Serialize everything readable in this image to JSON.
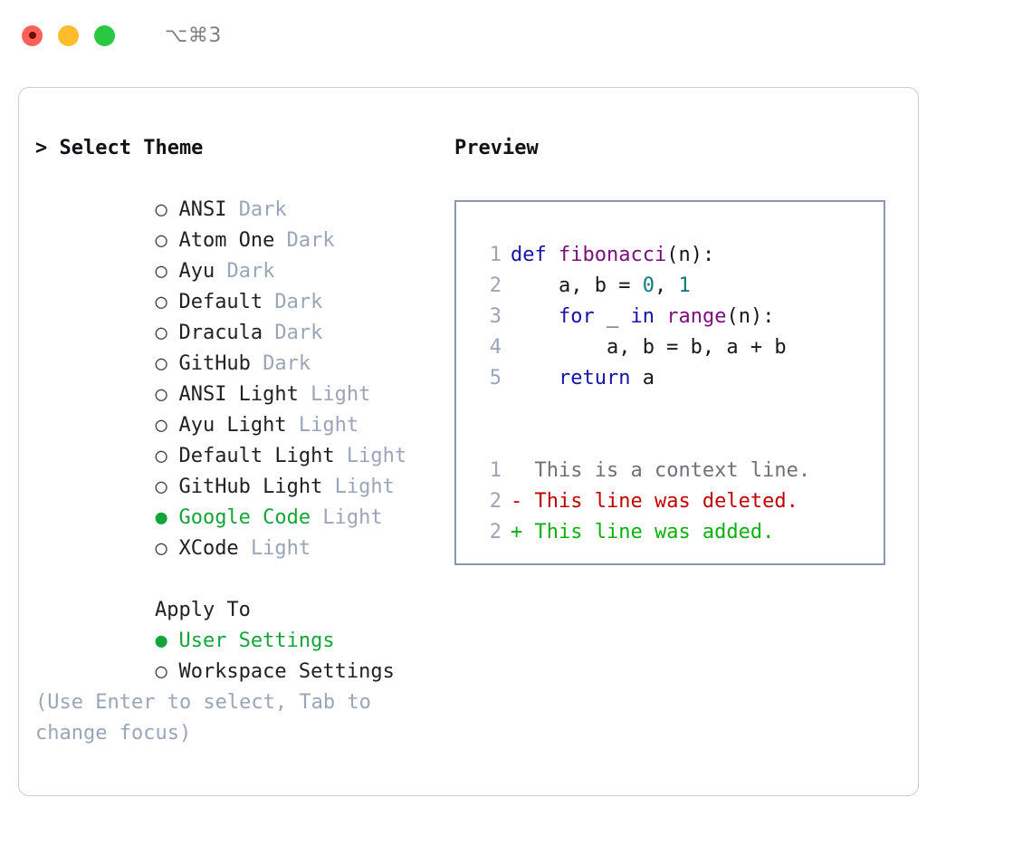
{
  "titlebar": {
    "shortcut": "⌥⌘3",
    "lights": [
      {
        "name": "close",
        "color": "#ff6058"
      },
      {
        "name": "minimize",
        "color": "#ffbd2e"
      },
      {
        "name": "zoom",
        "color": "#28c840"
      }
    ]
  },
  "colors": {
    "accent_green": "#13a538",
    "muted": "#9aa5b8",
    "border": "#c6cddb",
    "preview_border": "#8b97ad",
    "keyword": "#1414a8",
    "function": "#7d0d7d",
    "number": "#107a77",
    "diff_added": "#0bb10b",
    "diff_deleted": "#c00000",
    "diff_context": "#6e7177"
  },
  "theme_list": {
    "heading": "> Select Theme",
    "items": [
      {
        "bullet": "○",
        "label": "ANSI",
        "tag": "Dark",
        "selected": false
      },
      {
        "bullet": "○",
        "label": "Atom One",
        "tag": "Dark",
        "selected": false
      },
      {
        "bullet": "○",
        "label": "Ayu",
        "tag": "Dark",
        "selected": false
      },
      {
        "bullet": "○",
        "label": "Default",
        "tag": "Dark",
        "selected": false
      },
      {
        "bullet": "○",
        "label": "Dracula",
        "tag": "Dark",
        "selected": false
      },
      {
        "bullet": "○",
        "label": "GitHub",
        "tag": "Dark",
        "selected": false
      },
      {
        "bullet": "○",
        "label": "ANSI Light",
        "tag": "Light",
        "selected": false
      },
      {
        "bullet": "○",
        "label": "Ayu Light",
        "tag": "Light",
        "selected": false
      },
      {
        "bullet": "○",
        "label": "Default Light",
        "tag": "Light",
        "selected": false
      },
      {
        "bullet": "○",
        "label": "GitHub Light",
        "tag": "Light",
        "selected": false
      },
      {
        "bullet": "●",
        "label": "Google Code",
        "tag": "Light",
        "selected": true
      },
      {
        "bullet": "○",
        "label": "XCode",
        "tag": "Light",
        "selected": false
      }
    ]
  },
  "apply_to": {
    "heading": "Apply To",
    "items": [
      {
        "bullet": "●",
        "label": "User Settings",
        "selected": true
      },
      {
        "bullet": "○",
        "label": "Workspace Settings",
        "selected": false
      }
    ]
  },
  "hint": "(Use Enter to select, Tab to change focus)",
  "preview": {
    "title": "Preview",
    "code_lines": [
      {
        "number": "1",
        "tokens": [
          {
            "text": "def ",
            "kind": "kw"
          },
          {
            "text": "fibonacci",
            "kind": "fn"
          },
          {
            "text": "(n):",
            "kind": "txt"
          }
        ]
      },
      {
        "number": "2",
        "tokens": [
          {
            "text": "    a, b = ",
            "kind": "txt"
          },
          {
            "text": "0",
            "kind": "num"
          },
          {
            "text": ", ",
            "kind": "txt"
          },
          {
            "text": "1",
            "kind": "num"
          }
        ]
      },
      {
        "number": "3",
        "tokens": [
          {
            "text": "    for ",
            "kind": "kw"
          },
          {
            "text": "_ ",
            "kind": "txt"
          },
          {
            "text": "in ",
            "kind": "kw"
          },
          {
            "text": "range",
            "kind": "fn"
          },
          {
            "text": "(n):",
            "kind": "txt"
          }
        ]
      },
      {
        "number": "4",
        "tokens": [
          {
            "text": "        a, b = b, a + b",
            "kind": "txt"
          }
        ]
      },
      {
        "number": "5",
        "tokens": [
          {
            "text": "    return ",
            "kind": "kw"
          },
          {
            "text": "a",
            "kind": "txt"
          }
        ]
      }
    ],
    "diff_lines": [
      {
        "number": "1",
        "sign": "  ",
        "text": "This is a context line.",
        "kind": "ctx"
      },
      {
        "number": "2",
        "sign": "- ",
        "text": "This line was deleted.",
        "kind": "del"
      },
      {
        "number": "2",
        "sign": "+ ",
        "text": "This line was added.",
        "kind": "add"
      }
    ]
  }
}
